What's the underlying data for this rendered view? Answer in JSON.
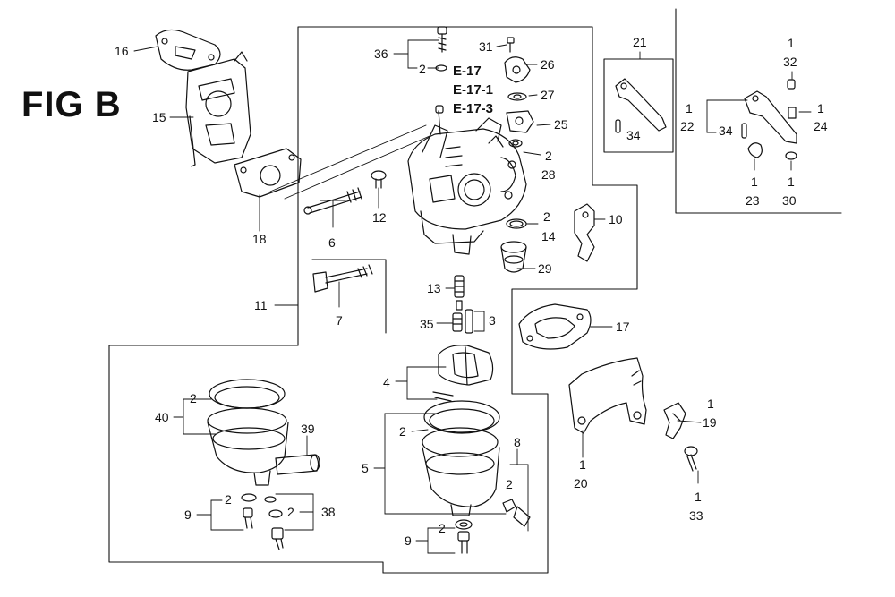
{
  "figure_title": "FIG B",
  "references": [
    "E-17",
    "E-17-1",
    "E-17-3"
  ],
  "callouts": {
    "c16": "16",
    "c15": "15",
    "c18": "18",
    "c36": "36",
    "c36q": "2",
    "c31": "31",
    "c26": "26",
    "c27": "27",
    "c25": "25",
    "c28q": "2",
    "c28": "28",
    "c14q": "2",
    "c14": "14",
    "c10": "10",
    "c29": "29",
    "c6": "6",
    "c12": "12",
    "c11": "11",
    "c7": "7",
    "c13": "13",
    "c35": "35",
    "c3": "3",
    "c4": "4",
    "c17": "17",
    "c21": "21",
    "c34a": "34",
    "c32q": "1",
    "c32": "32",
    "c22q": "1",
    "c22": "22",
    "c34b": "34",
    "c24q": "1",
    "c24": "24",
    "c23q": "1",
    "c23": "23",
    "c30q": "1",
    "c30": "30",
    "c40q": "2",
    "c40": "40",
    "c39": "39",
    "c9aq": "2",
    "c9a": "9",
    "c38q": "2",
    "c38": "38",
    "c5q": "2",
    "c5": "5",
    "c8": "8",
    "c8q": "2",
    "c9bq": "2",
    "c9b": "9",
    "c20q": "1",
    "c20": "20",
    "c19q": "1",
    "c19": "19",
    "c33q": "1",
    "c33": "33"
  }
}
